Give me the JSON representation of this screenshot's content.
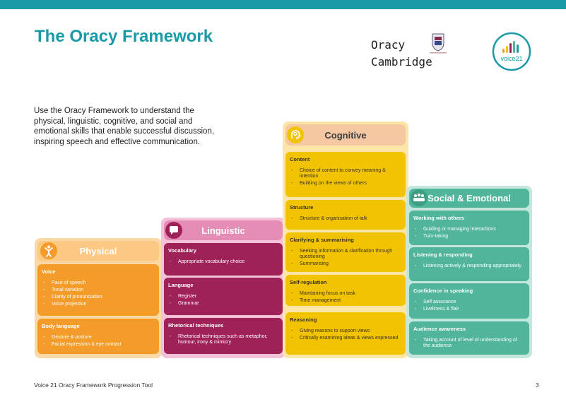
{
  "title": "The Oracy Framework",
  "partner": {
    "line1": "Oracy",
    "line2": "Cambridge",
    "crest_icon": "crest-icon"
  },
  "brand": {
    "logo_text": "voice21"
  },
  "intro": "Use the Oracy Framework to understand the physical, linguistic, cognitive, and social and emotional skills that enable successful discussion, inspiring speech and effective communication.",
  "colors": {
    "teal": "#1a9aa6",
    "physical": "#f39c2a",
    "physical_light": "#fbd9a6",
    "linguistic": "#9e2158",
    "linguistic_light": "#f2c3d8",
    "cognitive": "#f2c300",
    "cognitive_light": "#fbe6a8",
    "social": "#50b59a",
    "social_light": "#c3e7dc"
  },
  "physical": {
    "title": "Physical",
    "icon": "person-icon",
    "voice": {
      "title": "Voice",
      "items": [
        "Pace of speech",
        "Tonal variation",
        "Clarity of pronunciation",
        "Voice projection"
      ]
    },
    "body": {
      "title": "Body language",
      "items": [
        "Gesture & posture",
        "Facial expression & eye contact"
      ]
    }
  },
  "linguistic": {
    "title": "Linguistic",
    "icon": "speech-bubble-icon",
    "vocabulary": {
      "title": "Vocabulary",
      "items": [
        "Appropriate vocabulary choice"
      ]
    },
    "language": {
      "title": "Language",
      "items": [
        "Register",
        "Grammar"
      ]
    },
    "rhetorical": {
      "title": "Rhetorical techniques",
      "items": [
        "Rhetorical techniques such as metaphor, humour, irony & mimicry"
      ]
    }
  },
  "cognitive": {
    "title": "Cognitive",
    "icon": "head-cog-icon",
    "content": {
      "title": "Content",
      "items": [
        "Choice of content to convey meaning & intention",
        "Building on the views of others"
      ]
    },
    "structure": {
      "title": "Structure",
      "items": [
        "Structure & organisation of talk"
      ]
    },
    "clarifying": {
      "title": "Clarifying & summarising",
      "items": [
        "Seeking information & clarification through questioning",
        "Summarising"
      ]
    },
    "selfreg": {
      "title": "Self-regulation",
      "items": [
        "Maintaining focus on task",
        "Time management"
      ]
    },
    "reasoning": {
      "title": "Reasoning",
      "items": [
        "Giving reasons to support views",
        "Critically examining ideas & views expressed"
      ]
    }
  },
  "social": {
    "title": "Social & Emotional",
    "icon": "group-icon",
    "working": {
      "title": "Working with others",
      "items": [
        "Guiding or managing interactions",
        "Turn-taking"
      ]
    },
    "listening": {
      "title": "Listening & responding",
      "items": [
        "Listening actively & responding appropriately"
      ]
    },
    "confidence": {
      "title": "Confidence in speaking",
      "items": [
        "Self assurance",
        "Liveliness & flair"
      ]
    },
    "audience": {
      "title": "Audience awareness",
      "items": [
        "Taking account of level of understanding of the audience"
      ]
    }
  },
  "footer": {
    "text": "Voice 21 Oracy Framework Progression Tool",
    "page": "3"
  }
}
